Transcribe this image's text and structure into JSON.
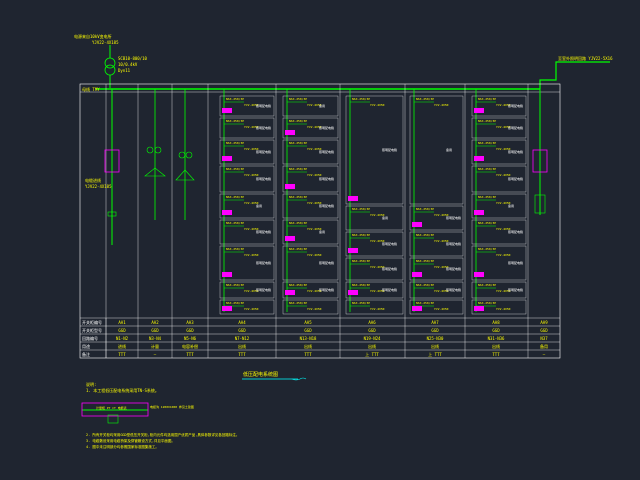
{
  "drawing": {
    "title": "低压配电系统图",
    "header_left": [
      "电源来自10kV变电所",
      "YJV22-4X185"
    ],
    "transformer_labels": [
      "SCB10-800/10",
      "10/0.4kV",
      "Dyn11"
    ],
    "top_right_label": "至室外照明回路 YJV22-5X16",
    "busbar_label": "母线 TMY",
    "left_riser_label": [
      "电缆进线",
      "YJV22-4X185"
    ],
    "notes_title": "说明:",
    "notes_line1": "1. 本工程低压配电系统采用TN-S系统。",
    "notes_box_left": "计量柜 PT CT 电能表",
    "notes_box_right": "电缆沟 1200X1000 参见土建图",
    "notes_lines": [
      "2. 所有开关柜均采用GGD型低压开关柜,柜内元件均选用国产优质产品,具体参数详见各回路标注。",
      "3. 电缆敷设采用电缆桥架及穿管敷设方式,详见平面图。",
      "4. 图中未注明部分均参照国家标准图集施工。"
    ]
  },
  "table": {
    "row_labels": [
      "开关柜编号",
      "开关柜型号",
      "回路编号",
      "用途",
      "备注"
    ],
    "cabinet_ids": [
      "AA1",
      "AA2",
      "AA3",
      "AA4",
      "AA5",
      "AA6",
      "AA7",
      "AA8",
      "AA9"
    ],
    "cabinet_models": [
      "GGD",
      "GGD",
      "GGD",
      "GGD",
      "GGD",
      "GGD",
      "GGD",
      "GGD",
      "GGD"
    ],
    "circuits": [
      "N1-N2",
      "N3-N4",
      "N5-N6",
      "N7-N12",
      "N13-N18",
      "N19-N24",
      "N25-N30",
      "N31-N36",
      "N37"
    ],
    "usage": [
      "进线",
      "计量",
      "电容补偿",
      "出线",
      "出线",
      "出线",
      "出线",
      "出线",
      "备用"
    ],
    "remarks": [
      "TTT",
      "—",
      "TTT",
      "TTT",
      "TTT",
      "上 TTT",
      "上 TTT",
      "TTT",
      "—"
    ]
  },
  "circuit_labels": {
    "breaker": "NSX-250/3P",
    "cable": "YJV-4X50",
    "load": "照明配电箱",
    "spare": "备用"
  },
  "colors": {
    "background": "#1f2530",
    "frame": "#ffffff",
    "busbar": "#00ff00",
    "text": "#ffff00",
    "highlight": "#ff00ff",
    "title_underline": "#00ffff"
  }
}
